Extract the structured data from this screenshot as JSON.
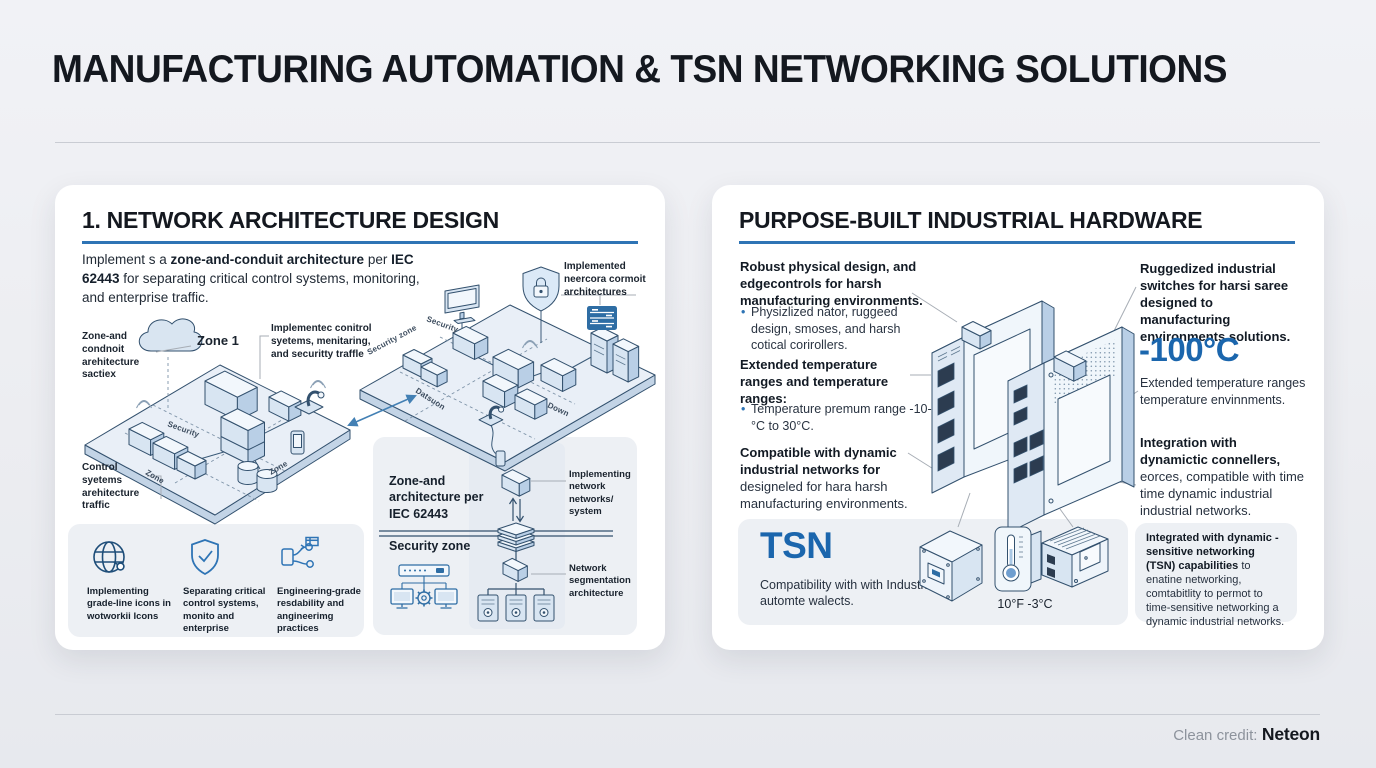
{
  "page": {
    "title": "MANUFACTURING AUTOMATION & TSN NETWORKING SOLUTIONS",
    "credit_label": "Clean credit:",
    "credit_name": "Neteon"
  },
  "left_panel": {
    "title": "1. NETWORK ARCHITECTURE DESIGN",
    "intro": {
      "p1": "Implement s a ",
      "p2": "zone-and-conduit architecture",
      "p3": " per ",
      "p4": "IEC 62443",
      "p5": " for separating critical control systems, monitoring, and enterprise traffic."
    },
    "labels": {
      "zone_conduit": "Zone-and condnoit arehitecture sactiex",
      "zone1": "Zone 1",
      "impl_control": "Implementec conitrol syetems, menitaring, and securitty traffle",
      "control_systems": "Control syetems arehitecture traffic",
      "implemented_arch": "Implemented neercora cormoit architectures",
      "p1_security": "Security",
      "p1_zone_left": "Zone",
      "p1_zone_right": "Zone",
      "p2_security_zone": "Security zone",
      "p2_security": "Security",
      "p2_datsuon": "Datsuon",
      "p2_down": "Down"
    },
    "features": [
      {
        "icon": "globe-icon",
        "caption": "Implementing grade-line icons in wotworkii Icons"
      },
      {
        "icon": "shield-check-icon",
        "caption": "Separating critical control systems, monito and enterprise"
      },
      {
        "icon": "engineering-icon",
        "caption": "Engineering-grade resdability and angineerimg practices"
      }
    ],
    "zone_box": {
      "title": "Zone-and architecture per IEC 62443",
      "security_zone": "Security zone",
      "label_network": "Implementing network networks/ system",
      "label_segmentation": "Network segmentation architecture"
    }
  },
  "right_panel": {
    "title": "PURPOSE-BUILT INDUSTRIAL HARDWARE",
    "left_col": {
      "block1_bold": "Robust physical design, and edgecontrols for harsh manufacturing environments.",
      "bullet1": "Physizlized nator, ruggeed design, smoses, and harsh cotical corirollers.",
      "block2_bold": "Extended temperature ranges and temperature ranges:",
      "bullet2": "Temperature premum range -10-°C to 30°C.",
      "block3_bold": "Compatible with dynamic industrial networks for ",
      "block3_rest": "designeled for hara harsh manufacturing environments."
    },
    "right_col": {
      "block1_bold": "Ruggedized industrial switches for harsi saree designed to manufacturing environments solutions.",
      "temp_value": "-100°C",
      "temp_desc": "Extended temperature ranges temperature envinnments.",
      "block3_bold": "Integration with dynamictic connellers, ",
      "block3_rest": "eorces, compatible with time time dynamic industrial industrial networks."
    },
    "tsn_box": {
      "title": "TSN",
      "desc": "Compatibility with with Industrial automte walects.",
      "temp_label": "10°F -3°C"
    },
    "integrated_box": {
      "bold": "Integrated with dynamic -sensitive networking (TSN) capabilities",
      "rest": " to enatine networking, comtabitlity to permot to time-sensitive networking a dynamic industrial networks."
    }
  },
  "colors": {
    "accent_blue": "#2e74b5",
    "text_blue": "#1b66ad",
    "diagram_stroke": "#33516e",
    "heading": "#14181f"
  }
}
